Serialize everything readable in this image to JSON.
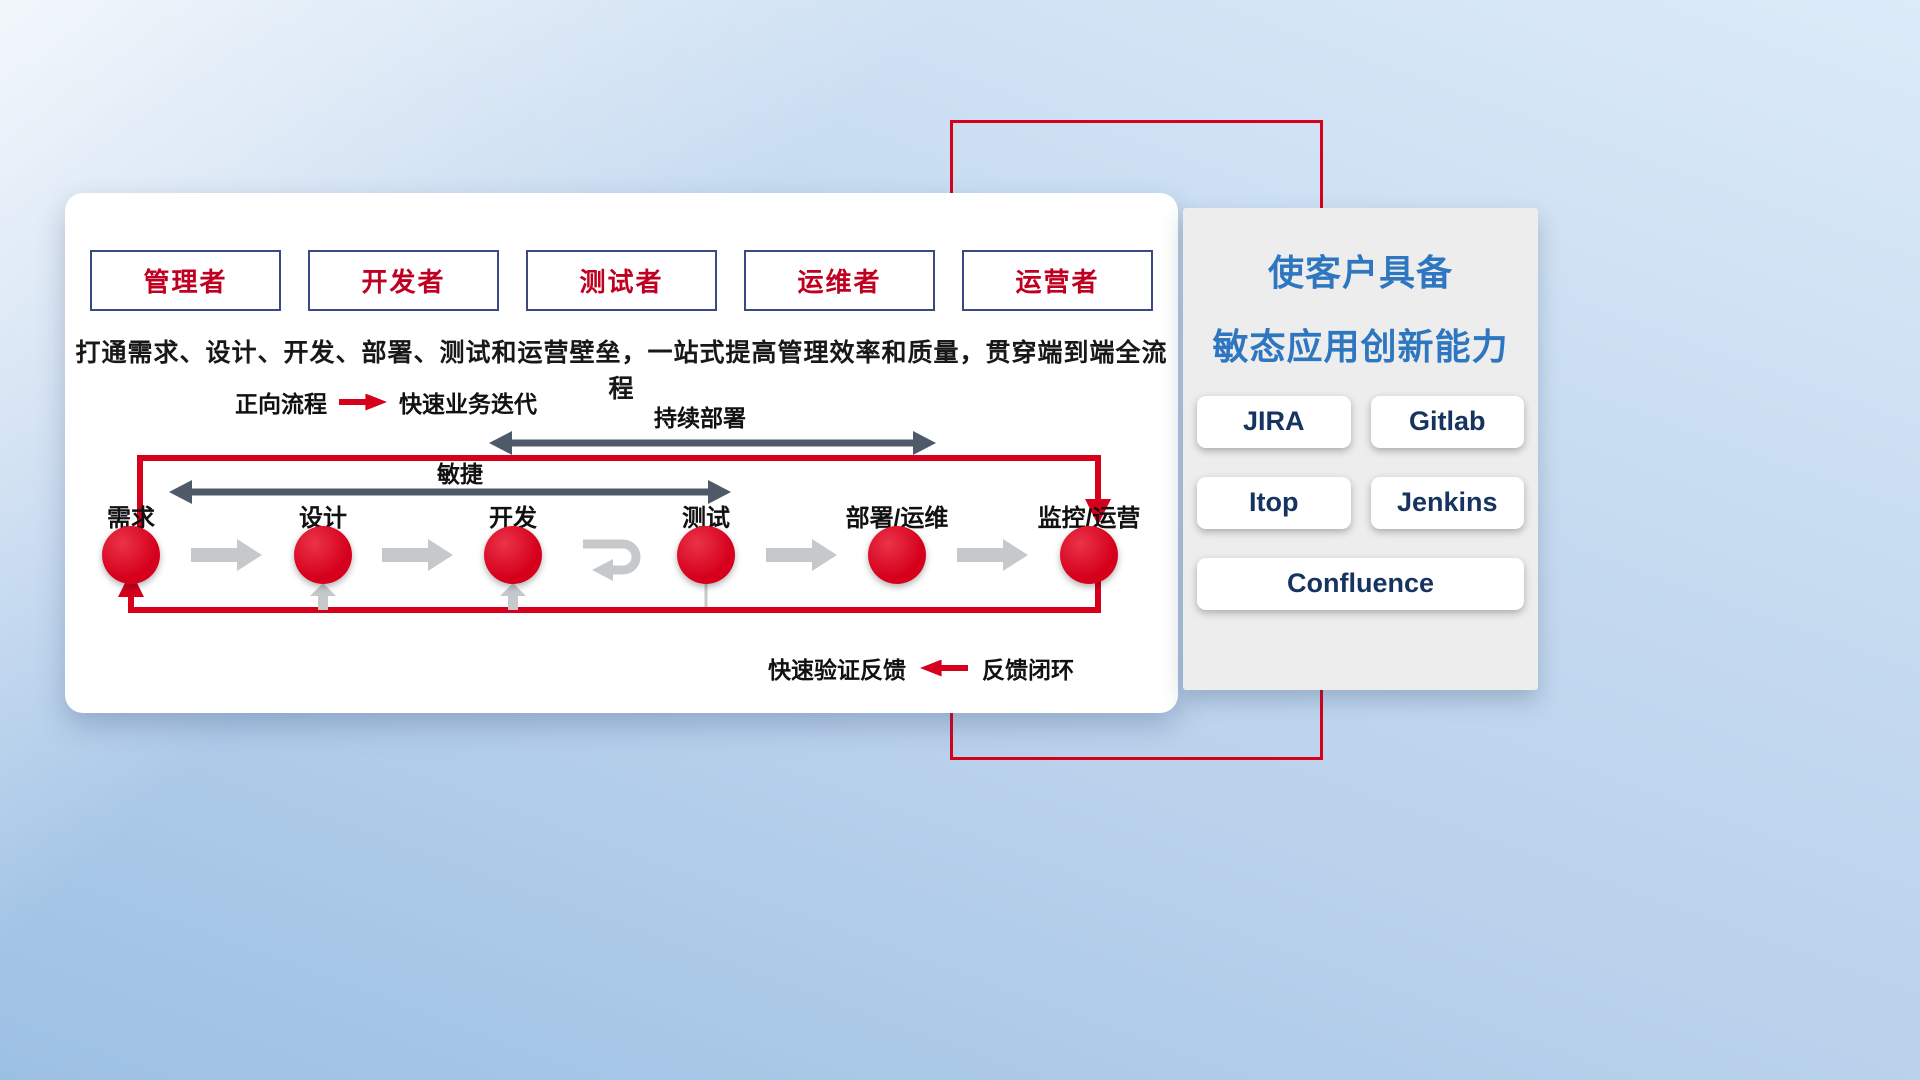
{
  "roles": [
    {
      "label": "管理者"
    },
    {
      "label": "开发者"
    },
    {
      "label": "测试者"
    },
    {
      "label": "运维者"
    },
    {
      "label": "运营者"
    }
  ],
  "subtitle": "打通需求、设计、开发、部署、测试和运营壁垒，一站式提高管理效率和质量，贯穿端到端全流程",
  "legend_forward": {
    "label": "正向流程",
    "description": "快速业务迭代"
  },
  "legend_feedback": {
    "label": "快速验证反馈",
    "description": "反馈闭环"
  },
  "flow": {
    "stages": [
      "需求",
      "设计",
      "开发",
      "测试",
      "部署/运维",
      "监控/运营"
    ],
    "span_agile": "敏捷",
    "span_cd": "持续部署"
  },
  "panel": {
    "title_line1": "使客户具备",
    "title_line2": "敏态应用创新能力",
    "tools": [
      "JIRA",
      "Gitlab",
      "Itop",
      "Jenkins",
      "Confluence"
    ]
  },
  "colors": {
    "accent_red": "#d6001c",
    "dark_arrow": "#4e5a68",
    "gray_arrow": "#c6c9cc",
    "role_red": "#c00020",
    "role_border": "#3a4a80",
    "blue_title": "#2e77c0",
    "navy": "#17335f"
  }
}
